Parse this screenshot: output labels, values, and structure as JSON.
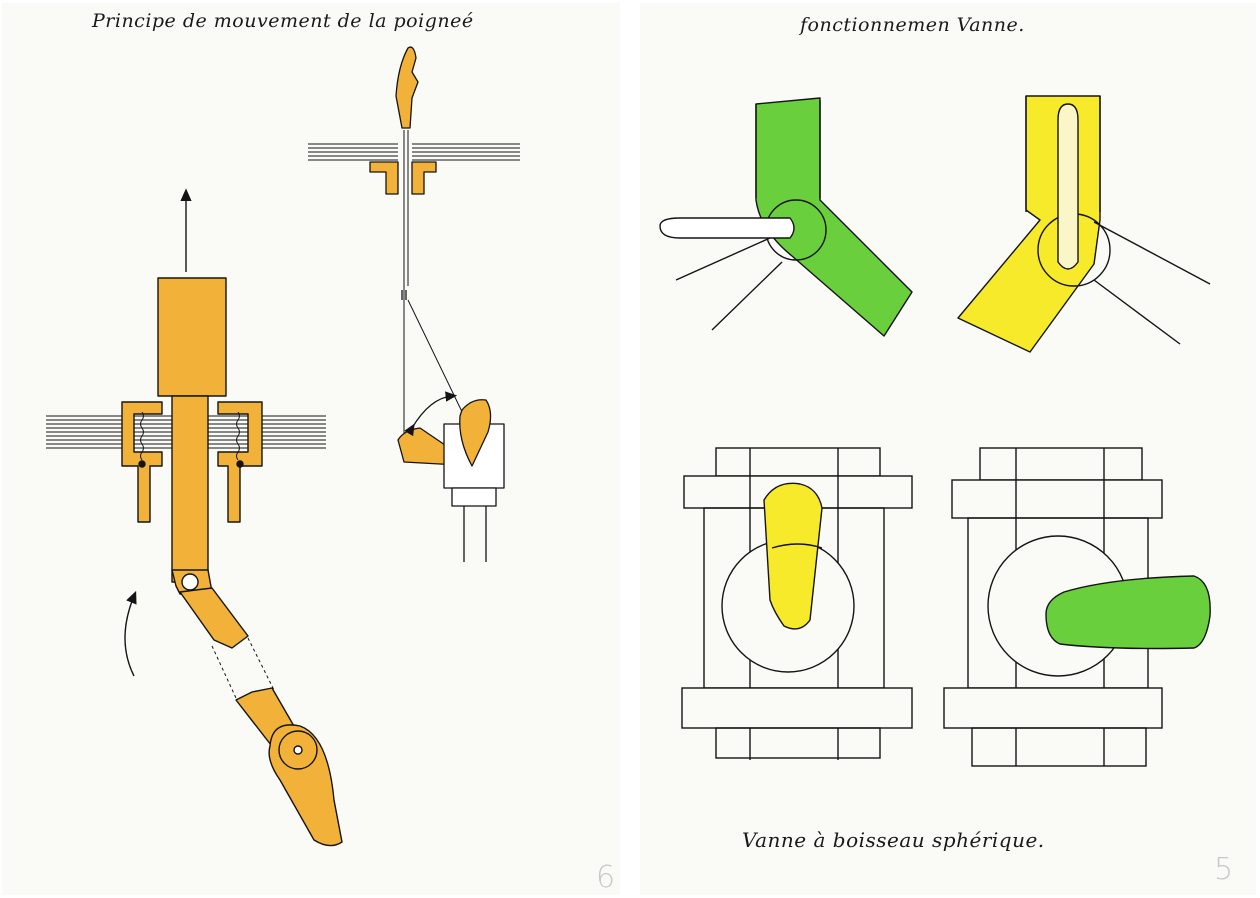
{
  "left_page": {
    "title": "Principe de mouvement de la poigneé",
    "page_number": "6",
    "colors": {
      "handle": "#f2b23a",
      "ink": "#141414"
    }
  },
  "right_page": {
    "title": "fonctionnemen Vanne.",
    "caption": "Vanne à boisseau sphérique.",
    "page_number": "5",
    "colors": {
      "green": "#69cf3d",
      "yellow": "#f6ea2a",
      "ink": "#141414"
    }
  }
}
